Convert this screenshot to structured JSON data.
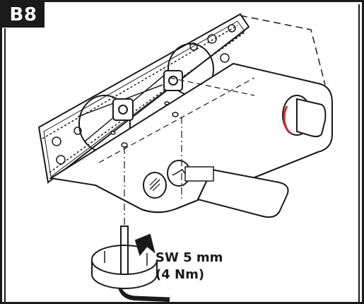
{
  "step": {
    "label": "B8"
  },
  "tool_note": {
    "wrench_size": "SW 5 mm",
    "torque": "(4 Nm)"
  },
  "colors": {
    "outline": "#1a1a1a",
    "accent_red": "#d6262b",
    "background": "#ffffff"
  },
  "icons": [
    "shower-icon",
    "bath-spout-icon",
    "arrow-rotate-icon",
    "hex-key-icon"
  ]
}
